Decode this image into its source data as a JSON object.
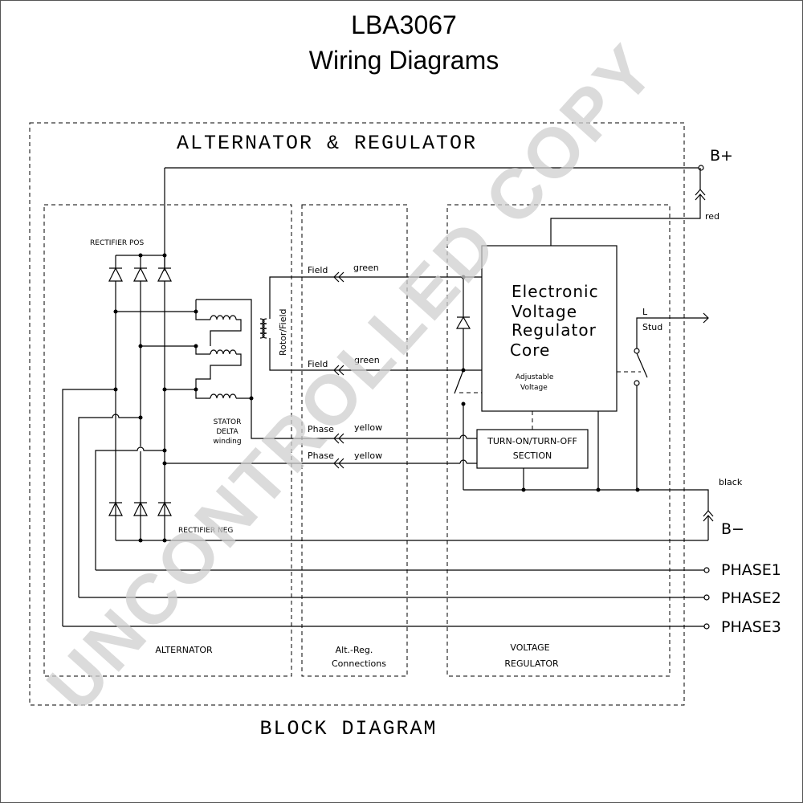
{
  "title": {
    "line1": "LBA3067",
    "line2": "Wiring Diagrams"
  },
  "outer_block_title": "ALTERNATOR & REGULATOR",
  "footer_title": "BLOCK DIAGRAM",
  "watermark": "UNCONTROLLED COPY",
  "sections": {
    "alternator": "ALTERNATOR",
    "connections_line1": "Alt.-Reg.",
    "connections_line2": "Connections",
    "regulator_line1": "VOLTAGE",
    "regulator_line2": "REGULATOR"
  },
  "labels": {
    "rectifier_pos": "RECTIFIER POS",
    "rectifier_neg": "RECTIFIER NEG",
    "stator_line1": "STATOR",
    "stator_line2": "DELTA",
    "stator_line3": "winding",
    "rotor_field": "Rotor/Field",
    "field1": "Field",
    "field1_color": "green",
    "field2": "Field",
    "field2_color": "green",
    "phase1": "Phase",
    "phase1_color": "yellow",
    "phase2": "Phase",
    "phase2_color": "yellow",
    "core_line1": "Electronic",
    "core_line2": "Voltage",
    "core_line3": "Regulator",
    "core_line4": "Core",
    "adjustable_line1": "Adjustable",
    "adjustable_line2": "Voltage",
    "turn_line1": "TURN-ON/TURN-OFF",
    "turn_line2": "SECTION",
    "l_label": "L",
    "stud_label": "Stud",
    "red_label": "red",
    "black_label": "black"
  },
  "terminals": {
    "b_plus": "B+",
    "b_minus": "B−",
    "phase_1": "PHASE1",
    "phase_2": "PHASE2",
    "phase_3": "PHASE3"
  }
}
